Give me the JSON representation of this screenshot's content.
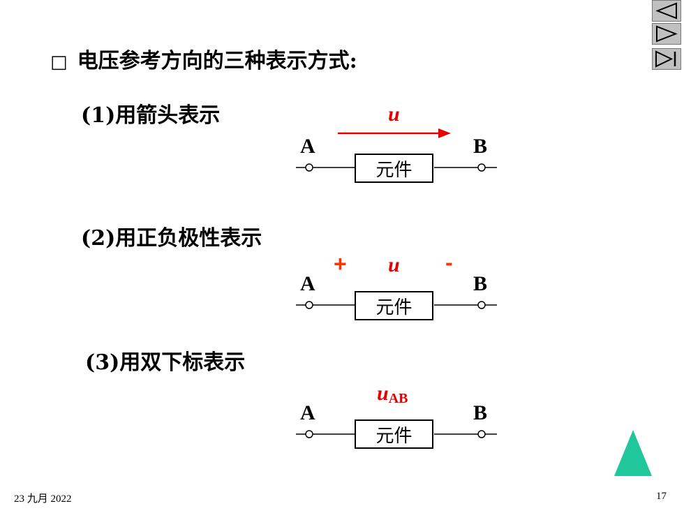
{
  "title": {
    "bullet": "□",
    "text": "电压参考方向的三种表示方式:"
  },
  "methods": [
    {
      "label": "(1)用箭头表示"
    },
    {
      "label": "(2)用正负极性表示"
    },
    {
      "label": "(3)用双下标表示"
    }
  ],
  "circuit": {
    "node_a": "A",
    "node_b": "B",
    "element_label": "元件",
    "voltage_symbol": "u",
    "subscript": "AB",
    "plus_sign": "+",
    "minus_sign": "-"
  },
  "colors": {
    "accent_red": "#e60000",
    "sign_red": "#ff3300",
    "triangle_green": "#1fc79a"
  },
  "footer": {
    "date": "23 九月 2022",
    "page_number": "17"
  },
  "nav_buttons": [
    "previous-icon",
    "next-icon",
    "end-icon"
  ]
}
